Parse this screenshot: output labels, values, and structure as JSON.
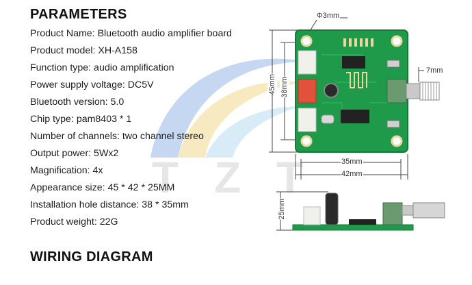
{
  "headings": {
    "parameters": "PARAMETERS",
    "wiring": "WIRING DIAGRAM"
  },
  "parameters": [
    "Product Name: Bluetooth audio amplifier board",
    "Product model: XH-A158",
    "Function type: audio amplification",
    "Power supply voltage: DC5V",
    "Bluetooth version: 5.0",
    "Chip type: pam8403 * 1",
    "Number of channels: two channel stereo",
    "Output power: 5Wx2",
    "Magnification: 4x",
    "Appearance size: 45 * 42 * 25MM",
    "Installation hole distance: 38 * 35mm",
    "Product weight: 22G"
  ],
  "dimensions": {
    "hole": "Φ3mm",
    "height_outer": "45mm",
    "height_inner": "38mm",
    "knob": "7mm",
    "width_inner": "35mm",
    "width_outer": "42mm",
    "thickness": "25mm"
  },
  "watermark": {
    "letters": "TZT"
  },
  "colors": {
    "pcb": "#1f9a4a",
    "pcb_dark": "#157a38",
    "pad": "#e8d9a0",
    "terminal_white": "#f1f1ec",
    "terminal_red": "#e2523a",
    "pot": "#6a9a70"
  }
}
